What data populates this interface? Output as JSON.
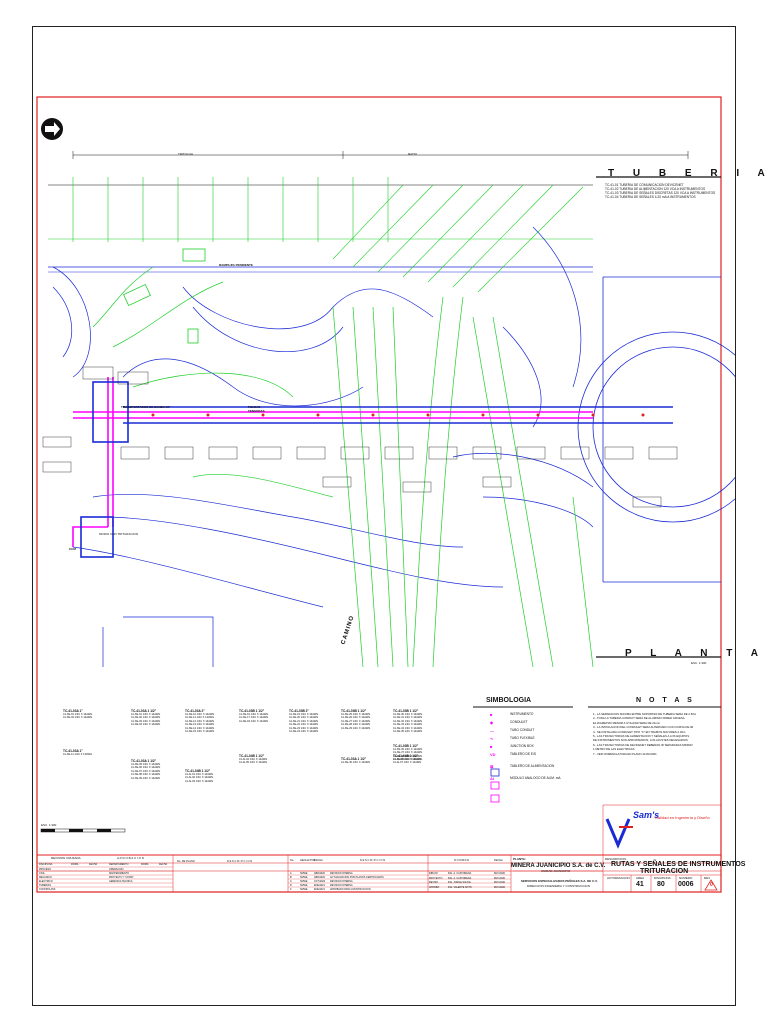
{
  "headings": {
    "tuberias": "T U B E R I A S",
    "planta": "P L A N T A",
    "planta_scale": "ESC. 1:300",
    "simbologia": "SIMBOLOGIA",
    "notas": "N O T A S",
    "scale_bar": "ESC. 1:300"
  },
  "plan": {
    "dim_left": "TRITOLOA",
    "dim_right": "RATIO",
    "ramp_label": "RAMPA 8% PENDIENTE",
    "road_label": "CAMINO",
    "belt_label": "TRANSPORTADOR DE BANDA 42\"",
    "pulley_label": "POLEAS TENSORAS",
    "crusher_label": "CCM",
    "crusher_room": "MODIO COD TRITURACION"
  },
  "tuberias_notes": [
    "TC-41-01 TUBERIA DE COMUNICACION DEVICENET",
    "TC-41-02 TUBERIA DE ALIMENTACION 120 VCA A INSTRUMENTOS",
    "TC-41-03 TUBERIA DE SEÑALES DISCRETAS 120 VCA A INSTRUMENTOS",
    "TC-41-04 TUBERIA DE SEÑALES 4-20 mA A INSTRUMENTOS"
  ],
  "simbologia_items": [
    {
      "symbol": "■",
      "label": "INSTRUMENTO"
    },
    {
      "symbol": "◆",
      "label": "CONDULET"
    },
    {
      "symbol": "—",
      "label": "TUBO CONDUIT"
    },
    {
      "symbol": "∿",
      "label": "TUBO FLEXIBLE"
    },
    {
      "symbol": "■",
      "label": "JUNCTION BOX"
    },
    {
      "symbol": "VD",
      "label": "TABLERO DE E/S"
    },
    {
      "symbol": "⊠",
      "label": "TABLERO DE ALIMENTACION"
    },
    {
      "symbol": "AI",
      "label": "MODULO ANALOGO DE ALIM. mA"
    }
  ],
  "notas_items": [
    "1.- LA SEPARACION MAXIMA ENTRE SOPORTES DE TUBERIA SERA DE 2.50m",
    "2.- TODA LA TUBERIA CONDUIT SERA DE ALUMINIO PARED GRUESA",
    "    EL DIAMETRO MENOR A UTILIZAR SERA DE 21mm",
    "3.- LA INSTALACION DEL CONDULET SERA ALTERNADO CON CURVA DE 90",
    "4.- SE INSTALARA CONDULET TIPO \"C\" EN TRAMOS MAYORES A 30m",
    "5.- LAS TRAYECTORIAS DE ALIMENTACION Y SEÑALES A LOS EQUIPOS",
    "    DE INSTRUMENTOS SON APROXIMADOS, LOS AJUSTES NECESARIOS",
    "6.- LAS TRAYECTORIAS DE DEVICENET DEBERAN IR SEPARADAS MINIMO",
    "    1 METRO DE LAS ELECTRICAS",
    "7.- VER NOMENCLATURA EN PLANO 42-80-0001"
  ],
  "pipe_schedules": [
    {
      "title": "TC-41-03A 1\"",
      "rows": [
        "41-XE-01 1/4C X 14AWG",
        "41-XE-02 1/4C X 14AWG"
      ]
    },
    {
      "title": "TC-41-03A 1\"",
      "rows": [
        "41-XE-11 1/4C X 14AWG"
      ]
    },
    {
      "title": "TC-41-03A 1 1/2\"",
      "rows": [
        "41-XE-01 1/4C X 14AWG",
        "41-XE-02 1/4C X 14AWG",
        "41-XE-03 1/4C X 14AWG",
        "41-XE-04 1/4C X 14AWG"
      ]
    },
    {
      "title": "TC-41-03A 1 1/2\"",
      "rows": [
        "41-XE-05 1/4C X 14AWG",
        "41-XE-06 1/4C X 14AWG",
        "41-XE-07 1/4C X 14AWG",
        "41-XE-08 1/4C X 14AWG",
        "41-XE-09 1/4C X 14AWG"
      ]
    },
    {
      "title": "TC-41-03A 2\"",
      "rows": [
        "41-XE-10 1/4C X 14AWG",
        "41-XE-11 1/4C X 14AWG",
        "41-XE-12 1/4C X 14AWG",
        "41-XE-13 1/4C X 14AWG",
        "41-XE-14 1/4C X 14AWG",
        "41-XE-15 1/4C X 14AWG"
      ]
    },
    {
      "title": "TC-41-03B 1 1/2\"",
      "rows": [
        "41-XE-16 1/4C X 14AWG",
        "41-XE-17 1/4C X 14AWG",
        "41-XE-18 1/4C X 14AWG"
      ]
    },
    {
      "title": "TC-41-03B 2\"",
      "rows": [
        "41-XE-19 1/4C X 14AWG",
        "41-XE-20 1/4C X 14AWG",
        "41-XE-21 1/4C X 14AWG",
        "41-XE-22 1/4C X 14AWG",
        "41-XE-23 1/4C X 14AWG",
        "41-XE-24 1/4C X 14AWG"
      ]
    },
    {
      "title": "TC-41-03B 1 1/2\"",
      "rows": [
        "41-XE-25 1/4C X 14AWG",
        "41-XE-26 1/4C X 14AWG",
        "41-XE-27 1/4C X 14AWG",
        "41-XE-28 1/4C X 14AWG",
        "41-XE-29 1/4C X 14AWG"
      ]
    },
    {
      "title": "TC-41-03B 1 1/2\"",
      "rows": [
        "41-XE-30 1/4C X 14AWG",
        "41-XE-31 1/4C X 14AWG",
        "41-XE-32 1/4C X 14AWG",
        "41-XE-33 1/4C X 14AWG",
        "41-XE-34 1/4C X 14AWG",
        "41-XE-35 1/4C X 14AWG"
      ]
    },
    {
      "title": "TC-41-03B 1 1/2\"",
      "rows": [
        "41-XE-36 1/4C X 14AWG",
        "41-XE-37 1/4C X 14AWG",
        "41-XE-38 1/4C X 14AWG",
        "41-XE-39 1/4C X 14AWG"
      ]
    },
    {
      "title": "TC-41-04B 1 1/2\"",
      "rows": [
        "41-AI-01 1/4C X 14AWG",
        "41-AI-02 1/4C X 14AWG",
        "41-AI-03 1/4C X 14AWG"
      ]
    },
    {
      "title": "TC-41-04B 1 1/2\"",
      "rows": [
        "41-AI-04 1/4C X 14AWG",
        "41-AI-05 1/4C X 14AWG"
      ]
    },
    {
      "title": "TC-41-03A 1 1/2\"",
      "rows": [
        "41-XE-40 1/4C X 14AWG"
      ]
    },
    {
      "title": "TC-41-04B 1 1/2\"",
      "rows": [
        "41-AI-06 1/4C X 14AWG",
        "41-AI-07 1/4C X 14AWG"
      ]
    }
  ],
  "title_block": {
    "company": "Calidad en Ingeniería y Diseño",
    "logo_text": "Sam's",
    "client": "MINERA JUANICIPIO S.A. de C.V.",
    "client_sub": "UNIDAD JUANICIPIO",
    "contractor": "SERVICIOS ESPECIALIZADOS PEÑOLES S.A. DE C.V.",
    "contractor_sub": "DIRECCION INGENIERIA Y CONSTRUCCION",
    "planta_label": "PLANTA:",
    "descripcion_label": "DESCRIPCION:",
    "title_1": "RUTAS Y SEÑALES DE INSTRUMENTOS",
    "title_2": "TRITURACION",
    "no_autorizacion_label": "AUTORIZACION",
    "area_label": "AREA",
    "disciplina_label": "DISCIPLINA",
    "numero_label": "NUMERO",
    "rev_label": "REV",
    "area": "41",
    "disciplina": "80",
    "numero": "0006",
    "rev": "0"
  },
  "revision_table": {
    "heading_left": "REVISION CRUZADA",
    "heading_aprob": "A P R O B A C I O N",
    "cols_left": [
      "DISCIPLINA",
      "FIRMA",
      "FECHA",
      "DEPARTAMENTO",
      "FIRMA",
      "FECHA"
    ],
    "rows_left": [
      [
        "PROCESO",
        "",
        "",
        "OPERACION",
        "",
        ""
      ],
      [
        "CIVIL",
        "",
        "",
        "MANTENIMIENTO",
        "",
        ""
      ],
      [
        "MECANICO",
        "",
        "",
        "PROYECTO Y CONST.",
        "",
        ""
      ],
      [
        "ELECTRICO",
        "",
        "",
        "GERENCIA TECNICA",
        "",
        ""
      ],
      [
        "TUBERIAS",
        "",
        "",
        "",
        "",
        ""
      ],
      [
        "CONTROL/INS",
        "",
        "",
        "",
        "",
        ""
      ]
    ],
    "plano_cols": [
      "No. DE PLANO",
      "D E S C R I P C I O N"
    ],
    "rev_cols": [
      "No.",
      "HECHA POR",
      "FECHA",
      "D E S C R I P C I O N"
    ],
    "rev_rows": [
      [
        "A",
        "SMWE",
        "ABR/2020",
        "REVISION INTERNA"
      ],
      [
        "B",
        "SMWE",
        "ABR/2020",
        "ACTUALIZACION POR PLANOS CERTIFICADOS"
      ],
      [
        "C",
        "SMWE",
        "OCT/2020",
        "REVISION INTERNA"
      ],
      [
        "D",
        "SMWE",
        "ENE/2021",
        "REVISION INTERNA"
      ],
      [
        "0",
        "SMWE",
        "ENE/2021",
        "APROBADO PARA CONSTRUCCION"
      ]
    ],
    "names_cols": [
      "N O M B R E",
      "FECHA"
    ],
    "names_rows": [
      [
        "DIBUJO",
        "ING. A. CASTORENA",
        "MAY/2020"
      ],
      [
        "PROYECTO",
        "ING. A. CASTORENA",
        "MAY/2020"
      ],
      [
        "REVISO",
        "ING. JORGE SAUCE",
        "MAY/2020"
      ],
      [
        "APROBO",
        "ING. VALENTE SOTO",
        "MAY/2020"
      ]
    ]
  },
  "colors": {
    "border_red": "#e02020",
    "magenta": "#ff00ff",
    "blue": "#1a2bd6",
    "green": "#1fcf2a",
    "dark": "#111111"
  }
}
